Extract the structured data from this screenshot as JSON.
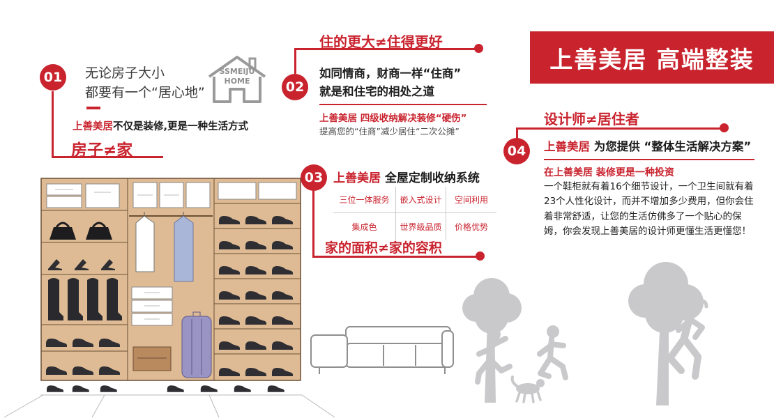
{
  "banner": {
    "title": "上善美居 高端整装"
  },
  "logo": {
    "line1": "SSMEIJU",
    "line2": "HOME"
  },
  "s01": {
    "number": "01",
    "line1": "无论房子大小",
    "line2": "都要有一个“居心地”",
    "hl_red": "上善美居",
    "hl_black": "不仅是装修,更是一种生活方式",
    "slogan": "房子≠家"
  },
  "s02": {
    "number": "02",
    "header": "住的更大≠住得更好",
    "line1": "如同情商，财商一样“住商”",
    "line2": "就是和住宅的相处之道",
    "sub_red": "上善美居 四级收纳解决装修“硬伤”",
    "sub_gray": "提高您的“住商”减少居住“二次公摊”"
  },
  "s03": {
    "number": "03",
    "title_red": "上善美居",
    "title_black": " 全屋定制收纳系统",
    "grid": [
      [
        "三位一体服务",
        "嵌入式设计",
        "空间利用"
      ],
      [
        "集成色",
        "世界级品质",
        "价格优势"
      ]
    ],
    "slogan": "家的面积≠家的容积"
  },
  "s04": {
    "number": "04",
    "header": "设计师≠居住者",
    "intro_red": "上善美居",
    "intro_rest": " 为您提供 “整体生活解决方案”",
    "sub_red": "在上善美居 装修更是一种投资",
    "paragraph": "一个鞋柜就有着16个细节设计，一个卫生间就有着23个人性化设计，而并不增加多少费用，但你会住着非常舒适，让您的生活仿佛多了一个贴心的保姆，你会发现上善美居的设计师更懂生活更懂您！"
  },
  "colors": {
    "accent": "#c9232e",
    "wood": "#debb94",
    "silhouette": "#c9c9cb"
  }
}
